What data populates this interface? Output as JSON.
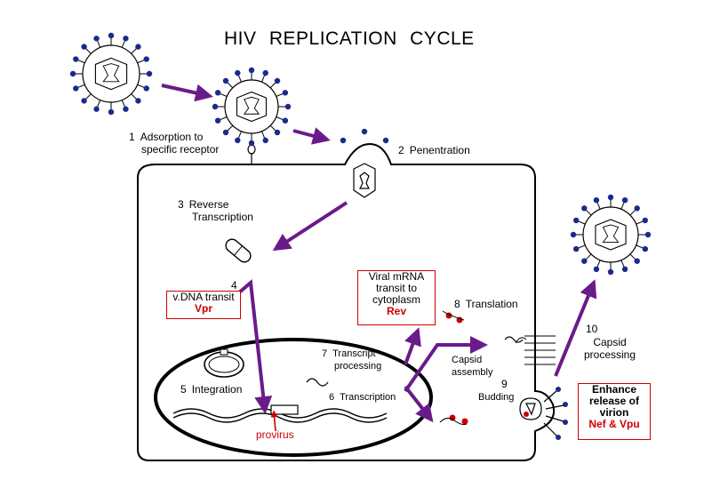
{
  "title": "HIV   REPLICATION   CYCLE",
  "steps": {
    "s1": {
      "num": "1",
      "line1": "Adsorption to",
      "line2": "specific receptor"
    },
    "s2": {
      "num": "2",
      "label": "Penentration"
    },
    "s3": {
      "num": "3",
      "line1": "Reverse",
      "line2": "Transcription"
    },
    "s4": {
      "num": "4"
    },
    "s5": {
      "num": "5",
      "label": "Integration"
    },
    "s6": {
      "num": "6",
      "label": "Transcription"
    },
    "s7": {
      "num": "7",
      "line1": "Transcript",
      "line2": "processing"
    },
    "s8": {
      "num": "8",
      "label": "Translation"
    },
    "s9": {
      "num": "9",
      "line1": "Capsid",
      "line2": "assembly",
      "line3": "Budding"
    },
    "s10": {
      "num": "10",
      "line1": "Capsid",
      "line2": "processing"
    }
  },
  "boxes": {
    "vdna": {
      "line1": "v.DNA transit",
      "gene": "Vpr"
    },
    "mrna": {
      "line1": "Viral mRNA",
      "line2": "transit to",
      "line3": "cytoplasm",
      "gene": "Rev"
    },
    "enhance": {
      "line1": "Enhance",
      "line2": "release of",
      "line3": "virion",
      "gene": "Nef & Vpu"
    }
  },
  "provirus_label": "provirus",
  "colors": {
    "arrow": "#6a1b8a",
    "outline": "#000000",
    "virion_dot": "#1a2a8a",
    "label_red": "#cc0000"
  }
}
